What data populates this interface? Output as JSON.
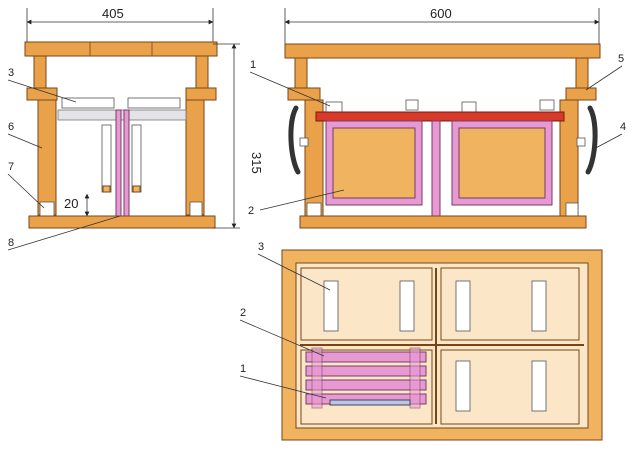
{
  "dimensions": {
    "left_width": "405",
    "right_width": "600",
    "height": "315",
    "gap": "20"
  },
  "labels": {
    "left_view": [
      "3",
      "6",
      "7",
      "8"
    ],
    "right_view": [
      "1",
      "2",
      "5",
      "4"
    ],
    "plan_view": [
      "3",
      "2",
      "1"
    ]
  },
  "colors": {
    "wood": "#e9a24a",
    "frame": "#e79ad2",
    "top_bar": "#d83a2a"
  }
}
